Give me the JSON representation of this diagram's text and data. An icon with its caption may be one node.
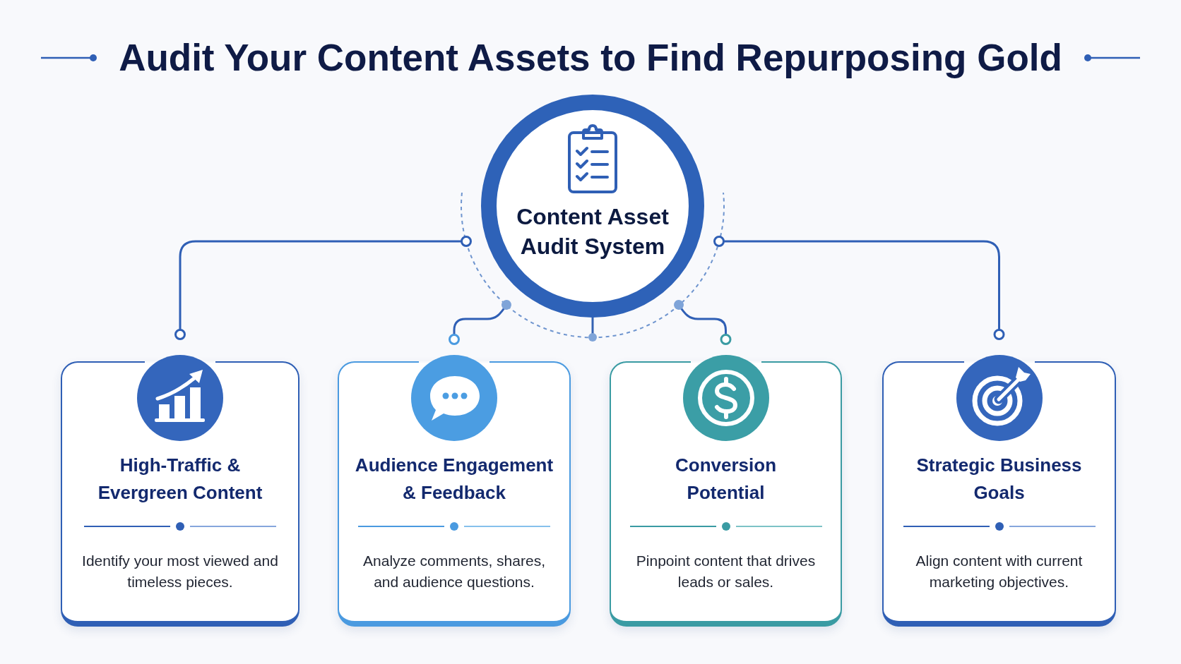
{
  "diagram": {
    "title": "Audit Your Content Assets to Find Repurposing Gold",
    "nodes": [
      {
        "text": [
          "Content Asset Audit System"
        ]
      },
      {
        "text": [
          "High-Traffic & Evergreen Content",
          "Identify your most viewed and timeless pieces."
        ]
      },
      {
        "text": [
          "Audience Engagement & Feedback",
          "Analyze comments, shares, and audience questions."
        ]
      },
      {
        "text": [
          "Conversion Potential",
          "Pinpoint content that drives leads or sales."
        ]
      },
      {
        "text": [
          "Strategic Business Goals",
          "Align content with current marketing objectives."
        ]
      }
    ],
    "edges": [
      {
        "from": 0,
        "to": 1,
        "arrow": "other"
      },
      {
        "from": 0,
        "to": 2,
        "arrow": "other"
      },
      {
        "from": 0,
        "to": 3,
        "arrow": "other"
      },
      {
        "from": 0,
        "to": 4,
        "arrow": "other"
      }
    ]
  }
}
